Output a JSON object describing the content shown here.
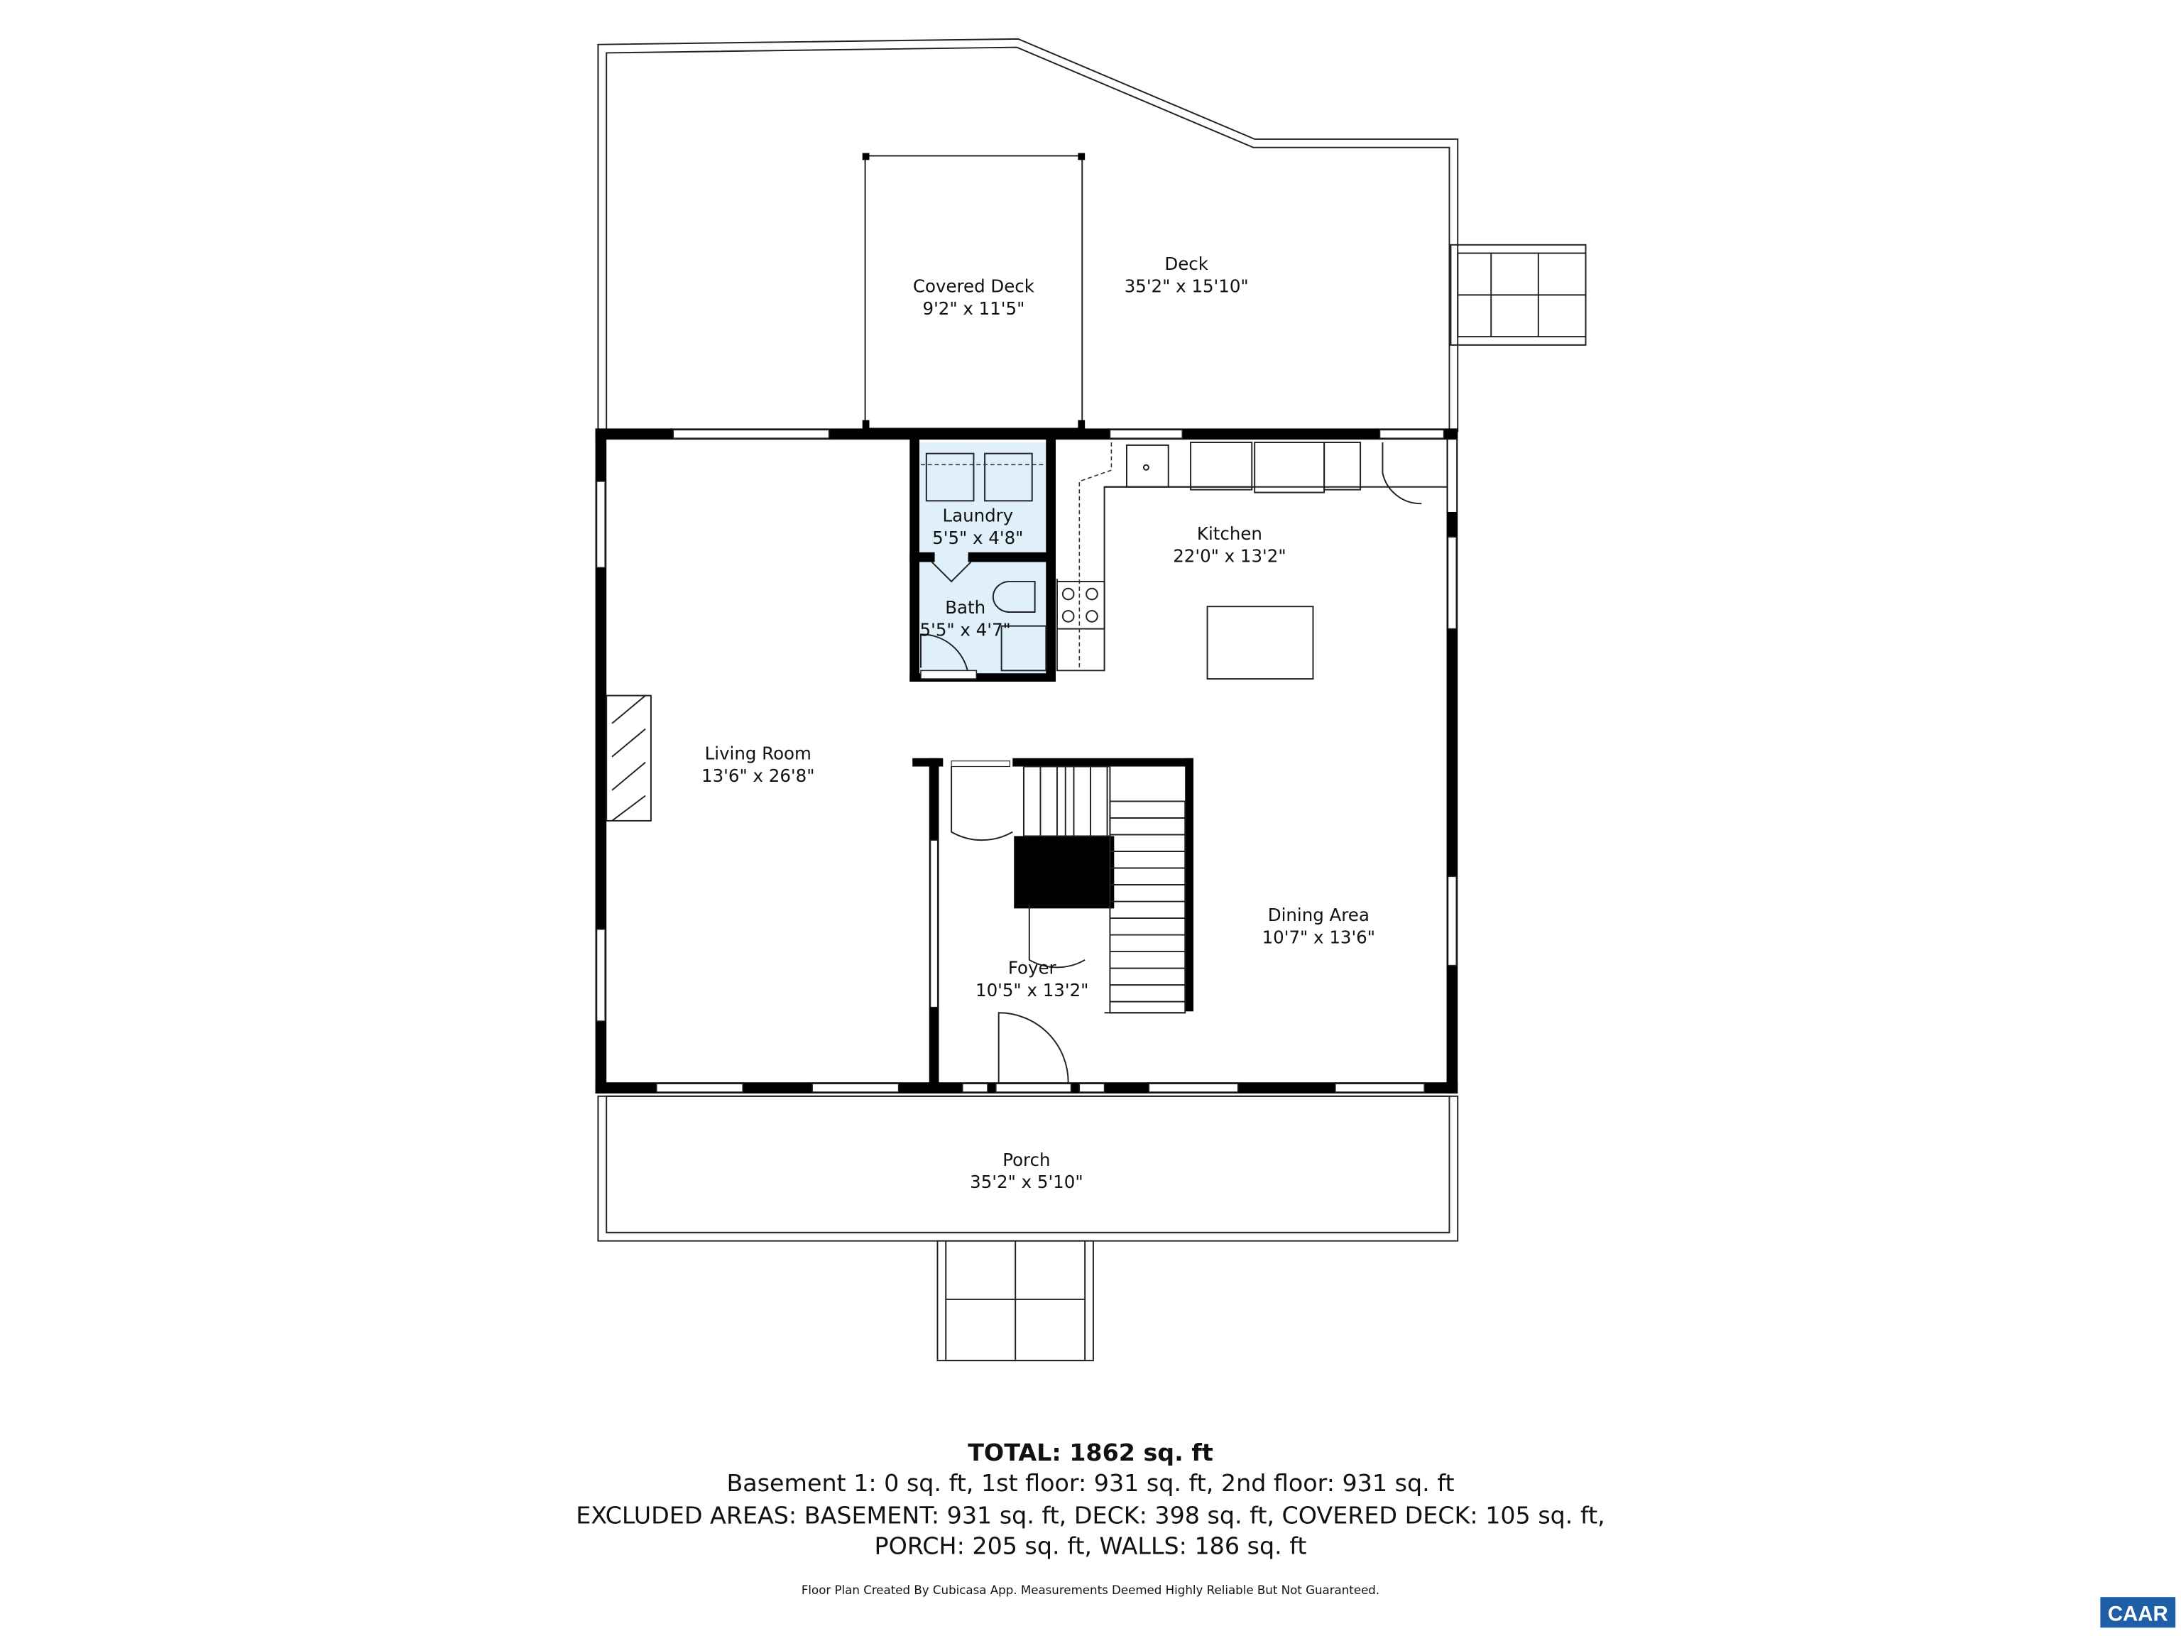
{
  "rooms": {
    "deck": {
      "name": "Deck",
      "size": "35'2\" x 15'10\""
    },
    "covered_deck": {
      "name": "Covered Deck",
      "size": "9'2\" x 11'5\""
    },
    "laundry": {
      "name": "Laundry",
      "size": "5'5\" x 4'8\""
    },
    "bath": {
      "name": "Bath",
      "size": "5'5\" x 4'7\""
    },
    "kitchen": {
      "name": "Kitchen",
      "size": "22'0\" x 13'2\""
    },
    "living_room": {
      "name": "Living Room",
      "size": "13'6\" x 26'8\""
    },
    "dining_area": {
      "name": "Dining Area",
      "size": "10'7\" x 13'6\""
    },
    "foyer": {
      "name": "Foyer",
      "size": "10'5\" x 13'2\""
    },
    "porch": {
      "name": "Porch",
      "size": "35'2\" x 5'10\""
    }
  },
  "summary": {
    "total": "TOTAL: 1862 sq. ft",
    "line1": "Basement 1: 0 sq. ft, 1st floor: 931 sq. ft, 2nd floor: 931 sq. ft",
    "line2": "EXCLUDED AREAS: BASEMENT: 931 sq. ft, DECK: 398 sq. ft, COVERED DECK: 105 sq. ft,",
    "line3": "PORCH: 205 sq. ft, WALLS: 186 sq. ft",
    "disclaimer": "Floor Plan Created By Cubicasa App. Measurements Deemed Highly Reliable But Not Guaranteed."
  },
  "logo": {
    "text": "CAAR",
    "color": "#1f5fa8"
  },
  "colors": {
    "wet_room_fill": "#dff0fb",
    "wall": "#000000"
  }
}
